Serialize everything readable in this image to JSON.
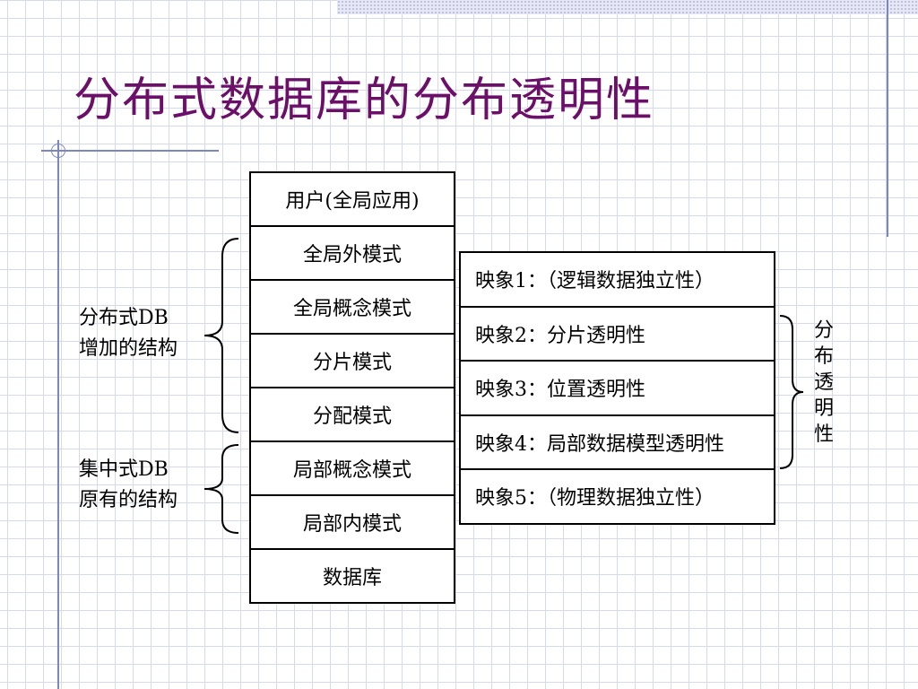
{
  "title": "分布式数据库的分布透明性",
  "layers": [
    "用户(全局应用)",
    "全局外模式",
    "全局概念模式",
    "分片模式",
    "分配模式",
    "局部概念模式",
    "局部内模式",
    "数据库"
  ],
  "mappings": [
    "映象1：（逻辑数据独立性）",
    "映象2：分片透明性",
    "映象3：位置透明性",
    "映象4：局部数据模型透明性",
    "映象5：（物理数据独立性）"
  ],
  "labels": {
    "distributed": [
      "分布式DB",
      "增加的结构"
    ],
    "centralized": [
      "集中式DB",
      "原有的结构"
    ],
    "transparency": [
      "分",
      "布",
      "透",
      "明",
      "性"
    ]
  },
  "colors": {
    "title": "#6b0f68",
    "grid": "#d6d9ea",
    "accent": "#7c86bf"
  }
}
